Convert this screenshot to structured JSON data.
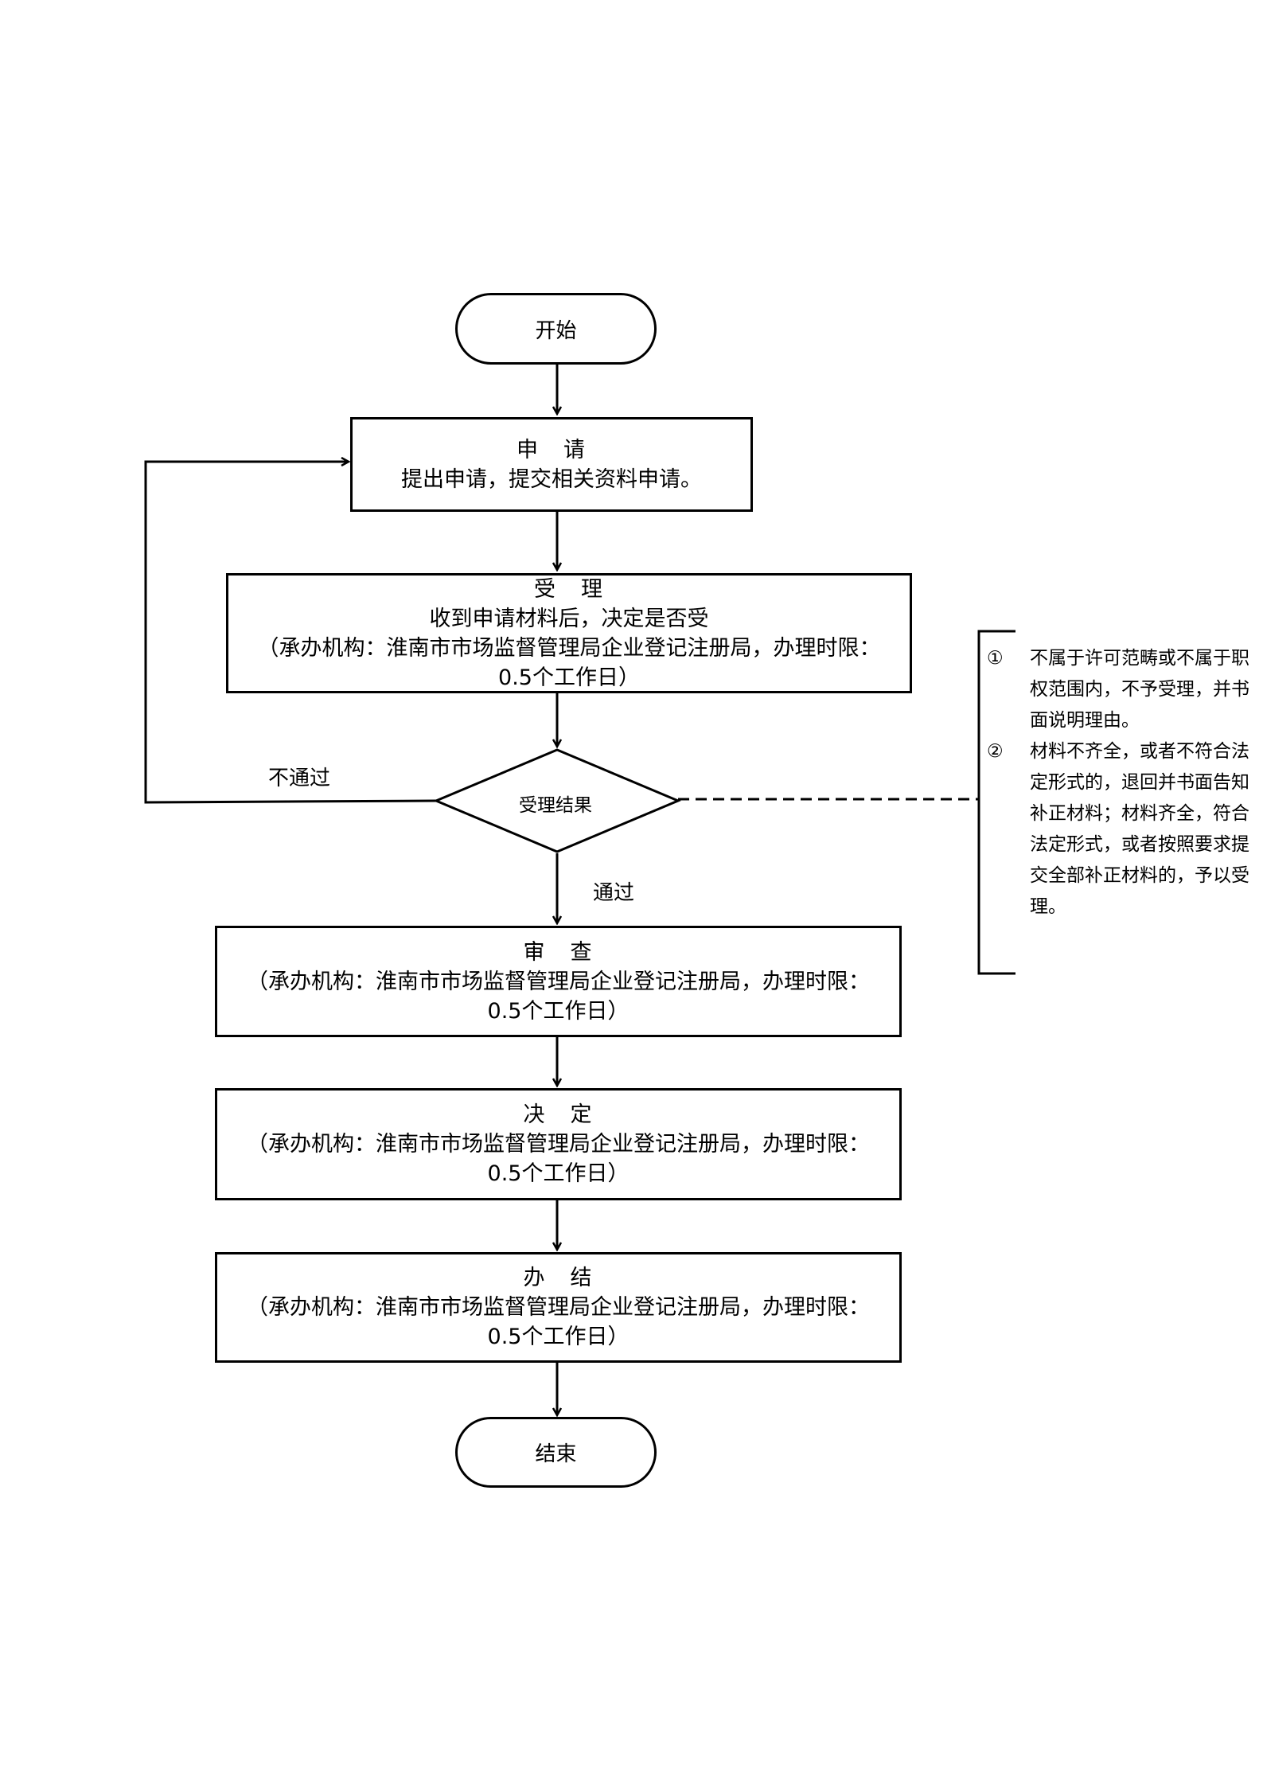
{
  "start": {
    "label": "开始"
  },
  "apply": {
    "title_a": "申",
    "title_b": "请",
    "line1": "提出申请，提交相关资料申请。"
  },
  "accept": {
    "title_a": "受",
    "title_b": "理",
    "line1": "收到申请材料后，决定是否受",
    "line2": "（承办机构：淮南市市场监督管理局企业登记注册局，办理时限：",
    "line3": "0.5个工作日）"
  },
  "decision": {
    "label": "受理结果",
    "fail_label": "不通过",
    "pass_label": "通过"
  },
  "review": {
    "title_a": "审",
    "title_b": "查",
    "line1": "（承办机构：淮南市市场监督管理局企业登记注册局，办理时限：",
    "line2": "0.5个工作日）"
  },
  "decide": {
    "title_a": "决",
    "title_b": "定",
    "line1": "（承办机构：淮南市市场监督管理局企业登记注册局，办理时限：",
    "line2": "0.5个工作日）"
  },
  "finish": {
    "title_a": "办",
    "title_b": "结",
    "line1": "（承办机构：淮南市市场监督管理局企业登记注册局，办理时限：",
    "line2": "0.5个工作日）"
  },
  "end": {
    "label": "结束"
  },
  "notes": [
    {
      "marker": "①",
      "text": "不属于许可范畴或不属于职权范围内，不予受理，并书面说明理由。"
    },
    {
      "marker": "②",
      "text": "材料不齐全，或者不符合法定形式的，退回并书面告知补正材料；材料齐全，符合法定形式，或者按照要求提交全部补正材料的，予以受理。"
    }
  ],
  "colors": {
    "line": "#000000",
    "background": "#ffffff"
  }
}
